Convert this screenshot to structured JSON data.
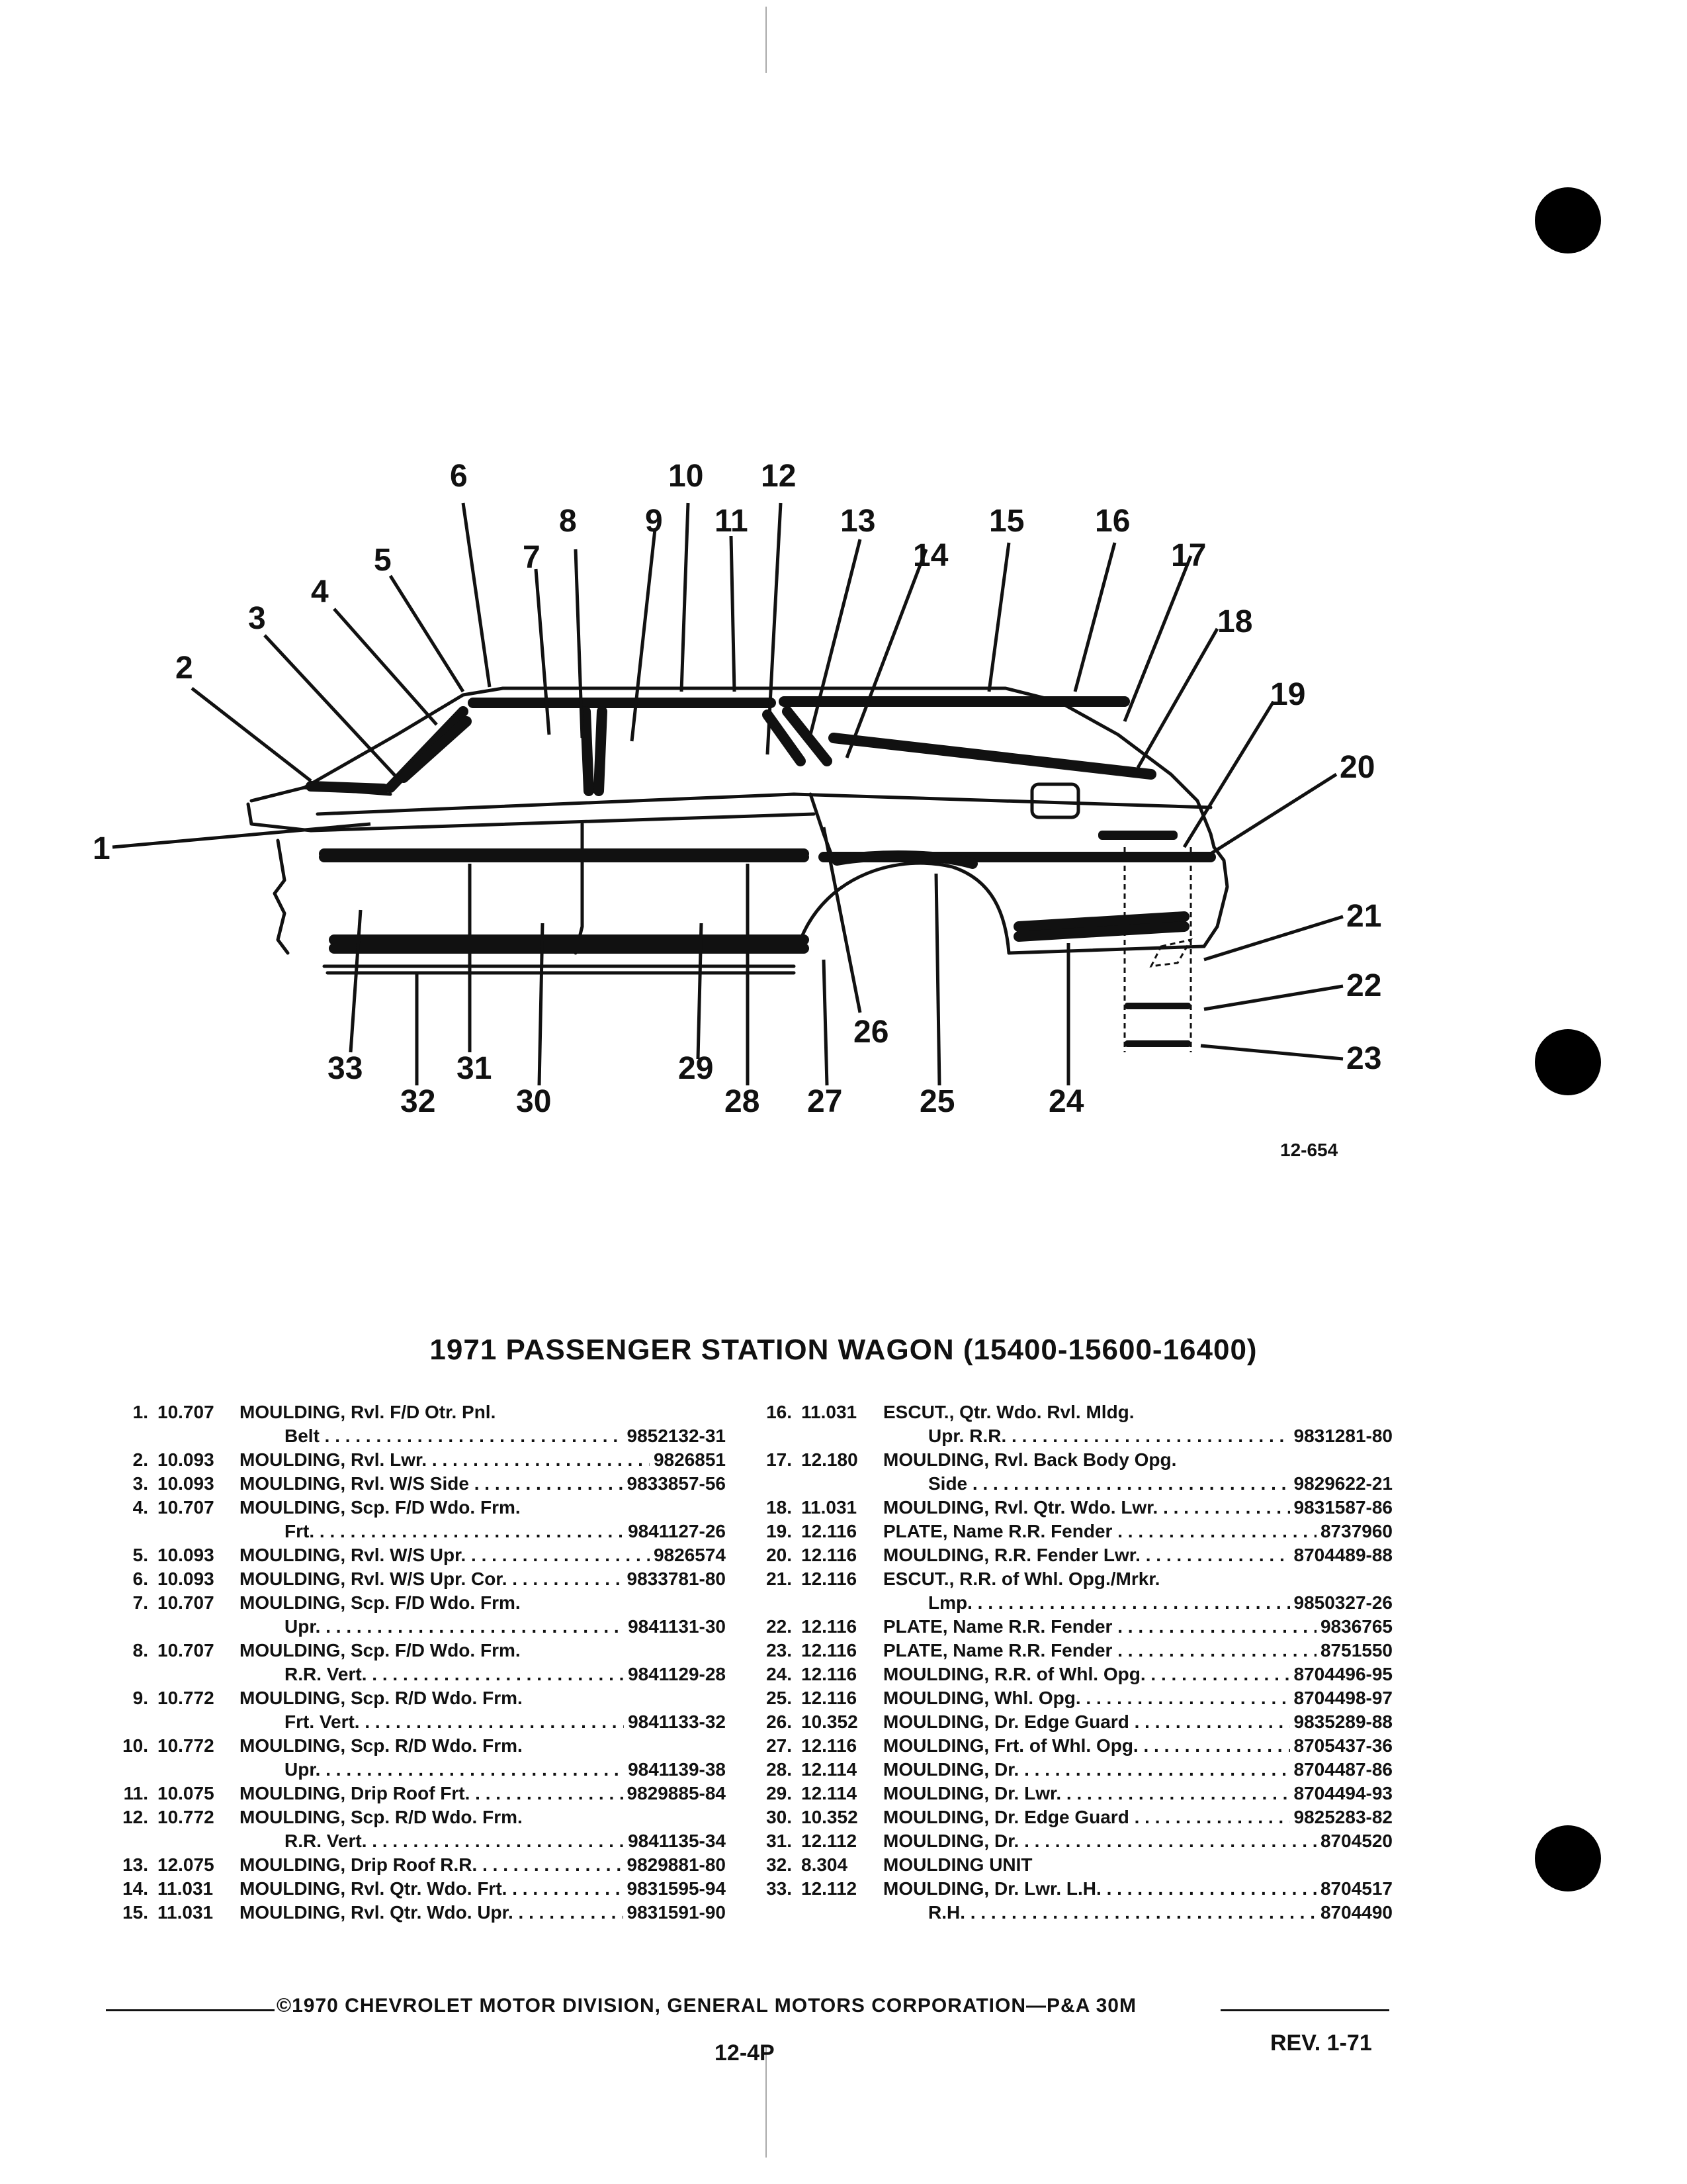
{
  "figure_number": "12-654",
  "callouts": [
    "1",
    "2",
    "3",
    "4",
    "5",
    "6",
    "7",
    "8",
    "9",
    "10",
    "11",
    "12",
    "13",
    "14",
    "15",
    "16",
    "17",
    "18",
    "19",
    "20",
    "21",
    "22",
    "23",
    "24",
    "25",
    "26",
    "27",
    "28",
    "29",
    "30",
    "31",
    "32",
    "33"
  ],
  "title": "1971 PASSENGER STATION WAGON (15400-15600-16400)",
  "left_items": [
    {
      "num": "1.",
      "code": "10.707",
      "lines": [
        {
          "text": "MOULDING, Rvl. F/D Otr. Pnl.",
          "pn": ""
        },
        {
          "text": "Belt",
          "pn": "9852132-31"
        }
      ]
    },
    {
      "num": "2.",
      "code": "10.093",
      "lines": [
        {
          "text": "MOULDING, Rvl. Lwr.",
          "pn": "9826851"
        }
      ]
    },
    {
      "num": "3.",
      "code": "10.093",
      "lines": [
        {
          "text": "MOULDING, Rvl. W/S Side",
          "pn": "9833857-56"
        }
      ]
    },
    {
      "num": "4.",
      "code": "10.707",
      "lines": [
        {
          "text": "MOULDING, Scp. F/D Wdo. Frm.",
          "pn": ""
        },
        {
          "text": "Frt.",
          "pn": "9841127-26"
        }
      ]
    },
    {
      "num": "5.",
      "code": "10.093",
      "lines": [
        {
          "text": "MOULDING, Rvl. W/S Upr.",
          "pn": "9826574"
        }
      ]
    },
    {
      "num": "6.",
      "code": "10.093",
      "lines": [
        {
          "text": "MOULDING, Rvl. W/S Upr. Cor.",
          "pn": "9833781-80"
        }
      ]
    },
    {
      "num": "7.",
      "code": "10.707",
      "lines": [
        {
          "text": "MOULDING, Scp. F/D Wdo. Frm.",
          "pn": ""
        },
        {
          "text": "Upr.",
          "pn": "9841131-30"
        }
      ]
    },
    {
      "num": "8.",
      "code": "10.707",
      "lines": [
        {
          "text": "MOULDING, Scp. F/D Wdo. Frm.",
          "pn": ""
        },
        {
          "text": "R.R. Vert.",
          "pn": "9841129-28"
        }
      ]
    },
    {
      "num": "9.",
      "code": "10.772",
      "lines": [
        {
          "text": "MOULDING, Scp. R/D Wdo. Frm.",
          "pn": ""
        },
        {
          "text": "Frt. Vert.",
          "pn": "9841133-32"
        }
      ]
    },
    {
      "num": "10.",
      "code": "10.772",
      "lines": [
        {
          "text": "MOULDING, Scp. R/D Wdo. Frm.",
          "pn": ""
        },
        {
          "text": "Upr.",
          "pn": "9841139-38"
        }
      ]
    },
    {
      "num": "11.",
      "code": "10.075",
      "lines": [
        {
          "text": "MOULDING, Drip Roof Frt.",
          "pn": "9829885-84"
        }
      ]
    },
    {
      "num": "12.",
      "code": "10.772",
      "lines": [
        {
          "text": "MOULDING, Scp. R/D Wdo. Frm.",
          "pn": ""
        },
        {
          "text": "R.R. Vert.",
          "pn": "9841135-34"
        }
      ]
    },
    {
      "num": "13.",
      "code": "12.075",
      "lines": [
        {
          "text": "MOULDING, Drip Roof R.R.",
          "pn": "9829881-80"
        }
      ]
    },
    {
      "num": "14.",
      "code": "11.031",
      "lines": [
        {
          "text": "MOULDING, Rvl. Qtr. Wdo. Frt.",
          "pn": "9831595-94"
        }
      ]
    },
    {
      "num": "15.",
      "code": "11.031",
      "lines": [
        {
          "text": "MOULDING, Rvl. Qtr. Wdo. Upr.",
          "pn": "9831591-90"
        }
      ]
    }
  ],
  "right_items": [
    {
      "num": "16.",
      "code": "11.031",
      "lines": [
        {
          "text": "ESCUT., Qtr. Wdo. Rvl. Mldg.",
          "pn": ""
        },
        {
          "text": "Upr. R.R.",
          "pn": "9831281-80"
        }
      ]
    },
    {
      "num": "17.",
      "code": "12.180",
      "lines": [
        {
          "text": "MOULDING, Rvl. Back Body Opg.",
          "pn": ""
        },
        {
          "text": "Side",
          "pn": "9829622-21"
        }
      ]
    },
    {
      "num": "18.",
      "code": "11.031",
      "lines": [
        {
          "text": "MOULDING, Rvl. Qtr. Wdo. Lwr.",
          "pn": "9831587-86"
        }
      ]
    },
    {
      "num": "19.",
      "code": "12.116",
      "lines": [
        {
          "text": "PLATE, Name R.R. Fender",
          "pn": "8737960"
        }
      ]
    },
    {
      "num": "20.",
      "code": "12.116",
      "lines": [
        {
          "text": "MOULDING, R.R. Fender Lwr.",
          "pn": "8704489-88"
        }
      ]
    },
    {
      "num": "21.",
      "code": "12.116",
      "lines": [
        {
          "text": "ESCUT., R.R. of Whl. Opg./Mrkr.",
          "pn": ""
        },
        {
          "text": "Lmp.",
          "pn": "9850327-26"
        }
      ]
    },
    {
      "num": "22.",
      "code": "12.116",
      "lines": [
        {
          "text": "PLATE, Name R.R. Fender",
          "pn": "9836765"
        }
      ]
    },
    {
      "num": "23.",
      "code": "12.116",
      "lines": [
        {
          "text": "PLATE, Name R.R. Fender",
          "pn": "8751550"
        }
      ]
    },
    {
      "num": "24.",
      "code": "12.116",
      "lines": [
        {
          "text": "MOULDING, R.R. of Whl. Opg.",
          "pn": "8704496-95"
        }
      ]
    },
    {
      "num": "25.",
      "code": "12.116",
      "lines": [
        {
          "text": "MOULDING, Whl. Opg.",
          "pn": "8704498-97"
        }
      ]
    },
    {
      "num": "26.",
      "code": "10.352",
      "lines": [
        {
          "text": "MOULDING, Dr. Edge Guard",
          "pn": "9835289-88"
        }
      ]
    },
    {
      "num": "27.",
      "code": "12.116",
      "lines": [
        {
          "text": "MOULDING, Frt. of Whl. Opg.",
          "pn": "8705437-36"
        }
      ]
    },
    {
      "num": "28.",
      "code": "12.114",
      "lines": [
        {
          "text": "MOULDING, Dr.",
          "pn": "8704487-86"
        }
      ]
    },
    {
      "num": "29.",
      "code": "12.114",
      "lines": [
        {
          "text": "MOULDING, Dr. Lwr.",
          "pn": "8704494-93"
        }
      ]
    },
    {
      "num": "30.",
      "code": "10.352",
      "lines": [
        {
          "text": "MOULDING, Dr. Edge Guard",
          "pn": "9825283-82"
        }
      ]
    },
    {
      "num": "31.",
      "code": "12.112",
      "lines": [
        {
          "text": "MOULDING, Dr.",
          "pn": "8704520"
        }
      ]
    },
    {
      "num": "32.",
      "code": "8.304",
      "lines": [
        {
          "text": "MOULDING UNIT",
          "pn": ""
        }
      ]
    },
    {
      "num": "33.",
      "code": "12.112",
      "lines": [
        {
          "text": "MOULDING, Dr. Lwr. L.H.",
          "pn": "8704517"
        },
        {
          "text": "R.H.",
          "pn": "8704490"
        }
      ]
    }
  ],
  "footer": "©1970 CHEVROLET MOTOR DIVISION, GENERAL MOTORS CORPORATION—P&A 30M",
  "page_number": "12-4P",
  "revision": "REV. 1-71"
}
